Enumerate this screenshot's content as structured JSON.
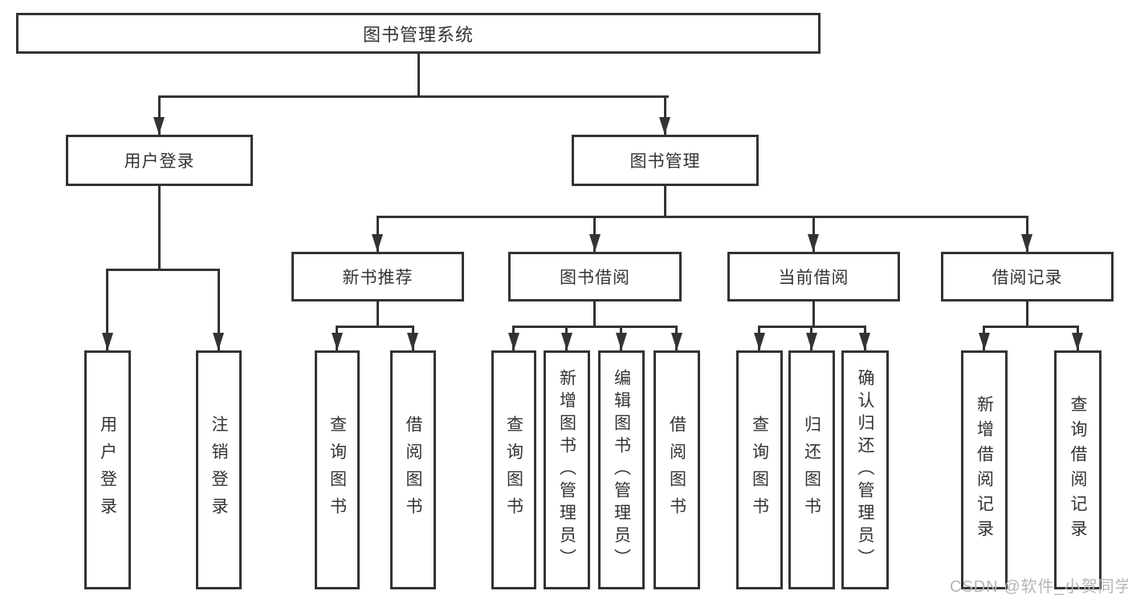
{
  "diagram": {
    "root": {
      "label": "图书管理系统"
    },
    "level2": [
      {
        "label": "用户登录"
      },
      {
        "label": "图书管理"
      }
    ],
    "level3": [
      {
        "label": "新书推荐"
      },
      {
        "label": "图书借阅"
      },
      {
        "label": "当前借阅"
      },
      {
        "label": "借阅记录"
      }
    ],
    "leaves": {
      "user_login": [
        "用户登录",
        "注销登录"
      ],
      "new_book": [
        "查询图书",
        "借阅图书"
      ],
      "book_borrow": [
        "查询图书",
        "新增图书（管理员）",
        "编辑图书（管理员）",
        "借阅图书"
      ],
      "current_borrow": [
        "查询图书",
        "归还图书",
        "确认归还（管理员）"
      ],
      "borrow_record": [
        "新增借阅记录",
        "查询借阅记录"
      ]
    }
  },
  "watermark": {
    "text": "CSDN @软件_小贺同学"
  },
  "colors": {
    "line": "#333333",
    "text": "#333333",
    "watermark": "#b5b5b5",
    "background": "#ffffff"
  }
}
